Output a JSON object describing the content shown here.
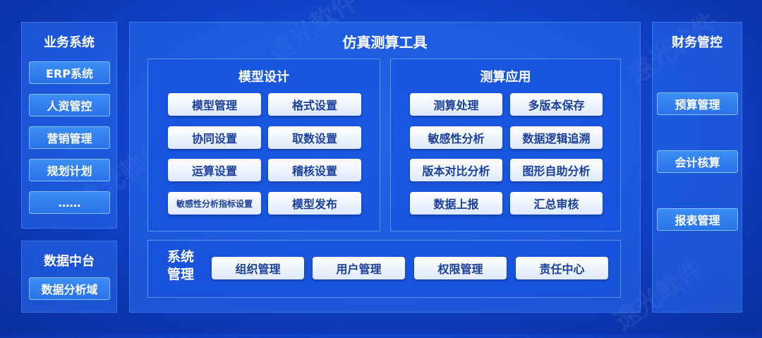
{
  "watermark": "遠光軟件",
  "left": {
    "business_title": "业务系统",
    "business_items": [
      "ERP系统",
      "人资管控",
      "营销管理",
      "规划计划",
      "……"
    ],
    "datacenter_title": "数据中台",
    "datacenter_items": [
      "数据分析域"
    ]
  },
  "center": {
    "title": "仿真测算工具",
    "model_design": {
      "title": "模型设计",
      "items": [
        "模型管理",
        "格式设置",
        "协同设置",
        "取数设置",
        "运算设置",
        "稽核设置",
        "敏感性分析指标设置",
        "模型发布"
      ]
    },
    "calc_app": {
      "title": "测算应用",
      "items": [
        "测算处理",
        "多版本保存",
        "敏感性分析",
        "数据逻辑追溯",
        "版本对比分析",
        "图形自助分析",
        "数据上报",
        "汇总审核"
      ]
    },
    "system": {
      "title_line1": "系统",
      "title_line2": "管理",
      "items": [
        "组织管理",
        "用户管理",
        "权限管理",
        "责任中心"
      ]
    }
  },
  "right": {
    "title": "财务管控",
    "items": [
      "预算管理",
      "会计核算",
      "报表管理"
    ]
  }
}
